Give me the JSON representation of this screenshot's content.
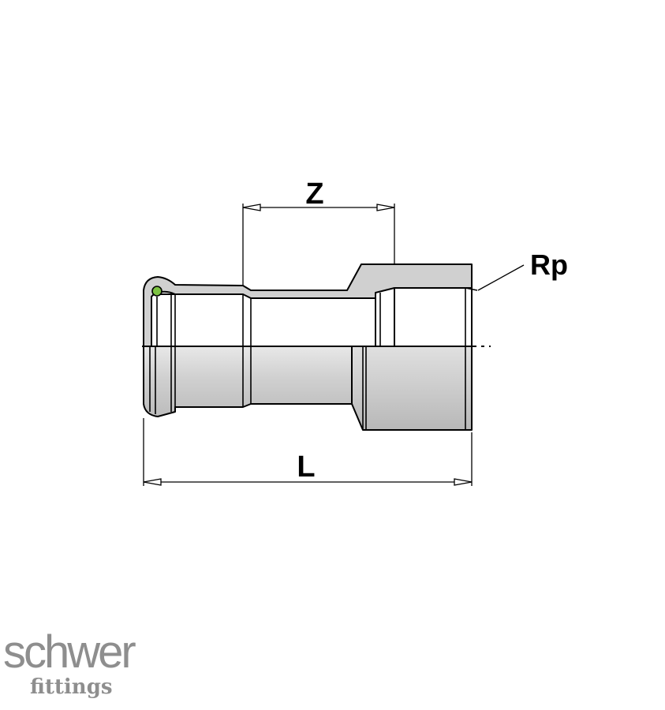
{
  "diagram": {
    "dimension_z": "Z",
    "dimension_l": "L",
    "thread_label": "Rp"
  },
  "logo": {
    "name": "schwer",
    "tagline": "fittings"
  },
  "colors": {
    "outline": "#000000",
    "body_fill": "#d4d4d4",
    "seal_ring": "#7cc242",
    "logo": "#8e8e8e"
  }
}
